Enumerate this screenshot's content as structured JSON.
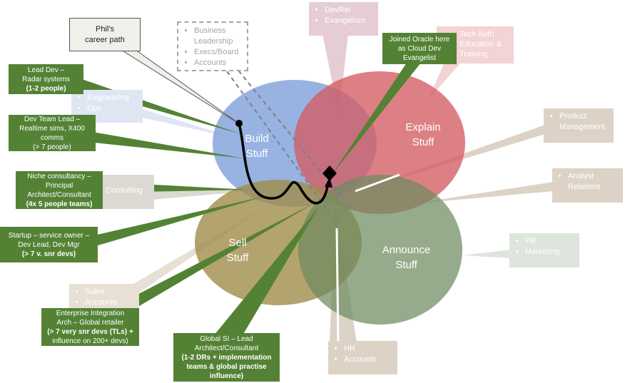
{
  "circles": {
    "build": {
      "line1": "Build",
      "line2": "Stuff",
      "color": "#7e9fd9"
    },
    "explain": {
      "line1": "Explain",
      "line2": "Stuff",
      "color": "#d45c63"
    },
    "sell": {
      "line1": "Sell",
      "line2": "Stuff",
      "color": "#a08c4a"
    },
    "announce": {
      "line1": "Announce",
      "line2": "Stuff",
      "color": "#6d8a5f"
    }
  },
  "areas": {
    "engineering": [
      "Engineering",
      "Ops"
    ],
    "consulting": [
      "Consulting"
    ],
    "sales": [
      "Sales",
      "Accounts"
    ],
    "hr": [
      "HR",
      "Accounts"
    ],
    "pr": [
      "PR",
      "Marketing"
    ],
    "analyst": [
      "Analyst Relations"
    ],
    "product": [
      "Product Management"
    ],
    "techauth": [
      "Tech Auth Education & Training"
    ],
    "devrel": [
      "DevRel",
      "Evangelism"
    ],
    "business": [
      "Business Leadership",
      "Execs/Board",
      "Accounts"
    ]
  },
  "career": {
    "title": "Phil's career path",
    "lead_dev": [
      "Lead Dev –",
      "Radar systems",
      "(1-2 people)"
    ],
    "dev_team_lead": [
      "Dev Team  Lead –",
      "Realtime sims, X400",
      "comms",
      "(> 7 people)"
    ],
    "niche": [
      "Niche consultancy –",
      "Principal",
      "Architect/Consultant",
      "(4x 5 people teams)"
    ],
    "startup": [
      "Startup – service owner –",
      "Dev Lead, Dev Mgr",
      "(> 7 v. snr devs)"
    ],
    "enterprise": [
      "Enterprise Integration",
      "Arch – Global retailer",
      "(> 7 very snr devs (TLs) +",
      "influence on 200+ devs)"
    ],
    "global_si": [
      "Global SI – Lead",
      "Architect/Consultant",
      "(1-2 DRs + implementation",
      "teams & global practise",
      "influence)"
    ],
    "oracle": [
      "Joined Oracle here",
      "as Cloud Dev",
      "Evangelist"
    ]
  },
  "colors": {
    "career_green": "#548235"
  }
}
